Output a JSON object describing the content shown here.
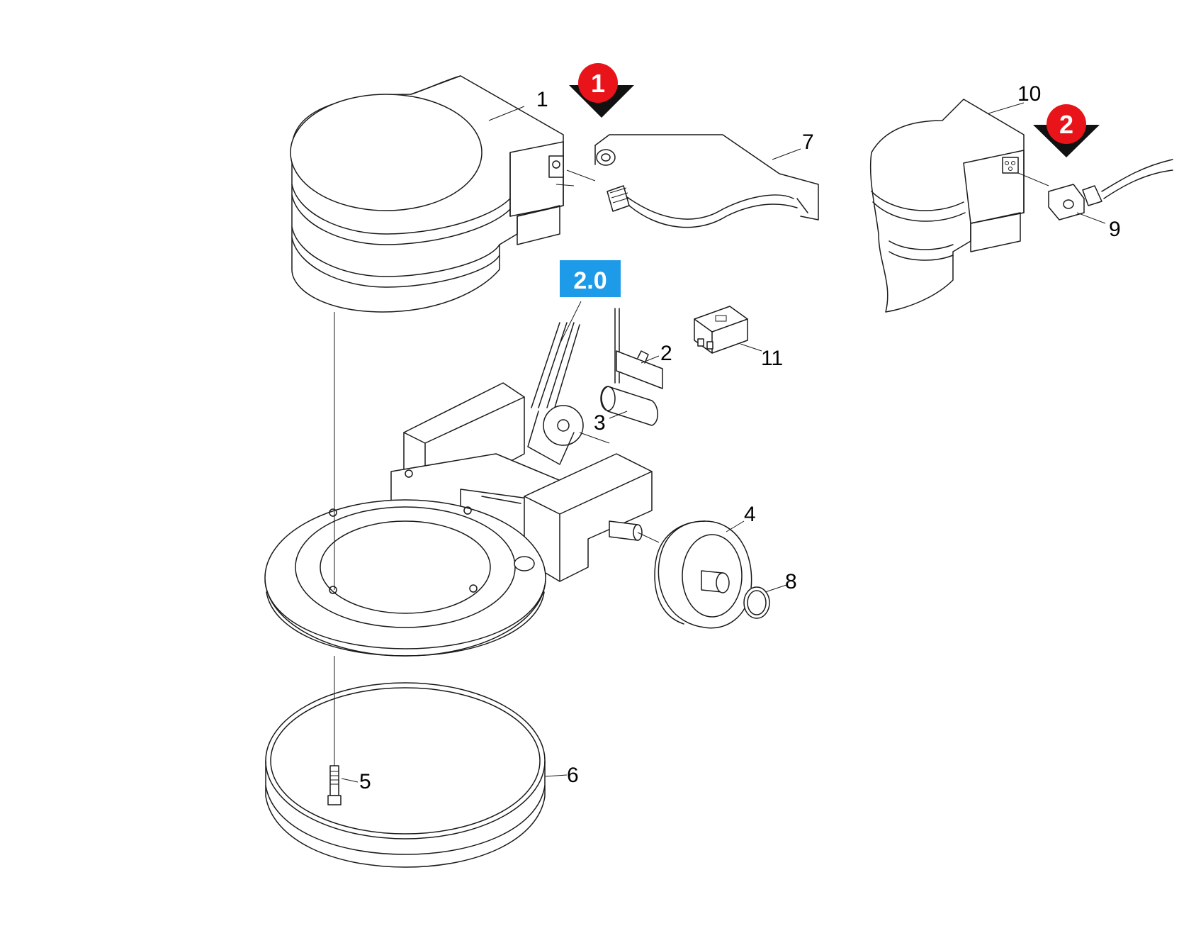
{
  "callouts": {
    "c1": "1",
    "c2": "2",
    "c3": "3",
    "c4": "4",
    "c5": "5",
    "c6": "6",
    "c7": "7",
    "c8": "8",
    "c9": "9",
    "c10": "10",
    "c11": "11"
  },
  "view_markers": {
    "m1": "1",
    "m2": "2"
  },
  "group_badge": "2.0",
  "colors": {
    "marker_red": "#e8141a",
    "badge_blue": "#1e9be8",
    "line": "#1a1a1a"
  }
}
